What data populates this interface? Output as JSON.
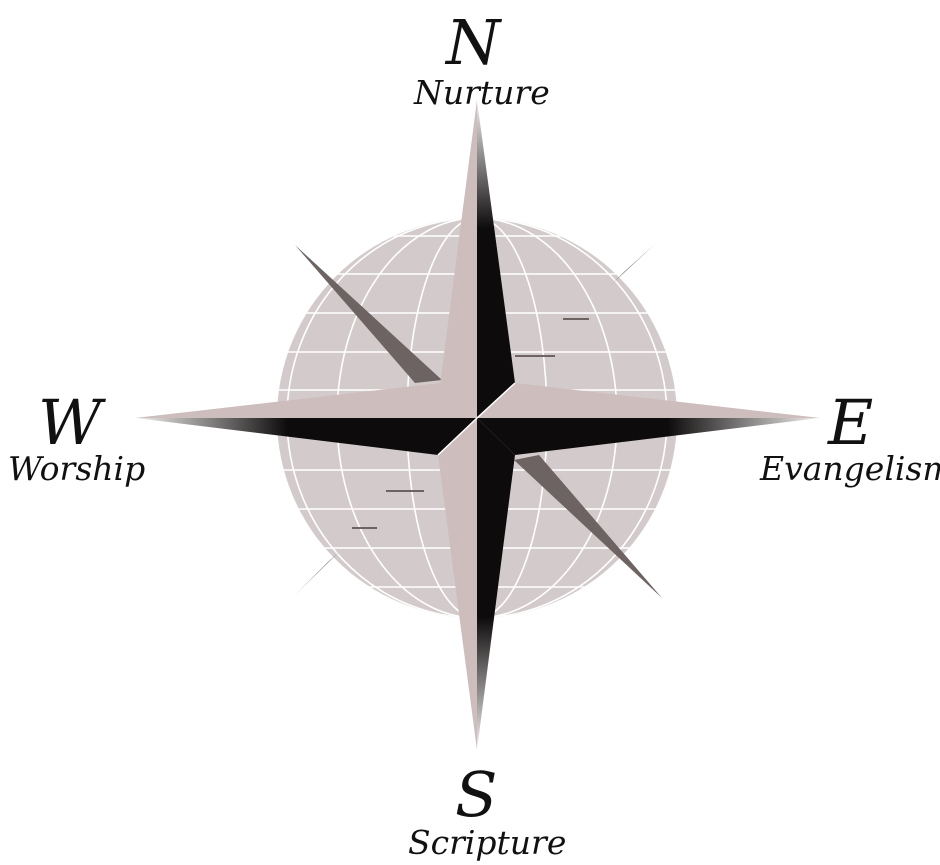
{
  "compass": {
    "north": {
      "letter": "N",
      "word": "Nurture"
    },
    "east": {
      "letter": "E",
      "word": "Evangelism"
    },
    "south": {
      "letter": "S",
      "word": "Scripture"
    },
    "west": {
      "letter": "W",
      "word": "Worship"
    }
  },
  "colors": {
    "globe": "#d3cbcb",
    "globe_lines": "#ffffff",
    "rose_light": "#cdbdbd",
    "rose_dark": "#0d0b0b",
    "diagonal_points": "#6e6363",
    "text": "#111111"
  }
}
